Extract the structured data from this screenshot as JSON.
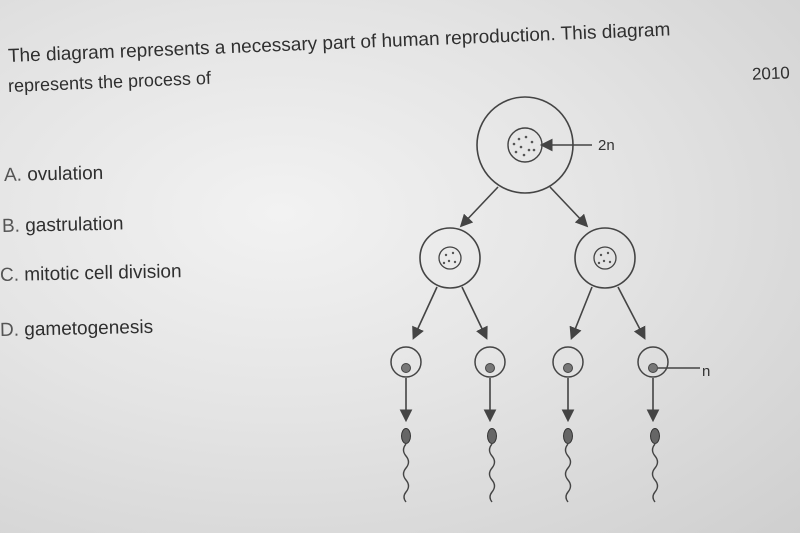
{
  "question": {
    "line1": "The diagram represents a necessary part of human reproduction. This diagram",
    "line2": "represents the process of",
    "year": "2010"
  },
  "options": [
    {
      "letter": "A.",
      "text": "ovulation"
    },
    {
      "letter": "B.",
      "text": "gastrulation"
    },
    {
      "letter": "C.",
      "text": "mitotic cell division"
    },
    {
      "letter": "D.",
      "text": "gametogenesis"
    }
  ],
  "diagram": {
    "label_parent": "2n",
    "label_sperm": "n"
  }
}
